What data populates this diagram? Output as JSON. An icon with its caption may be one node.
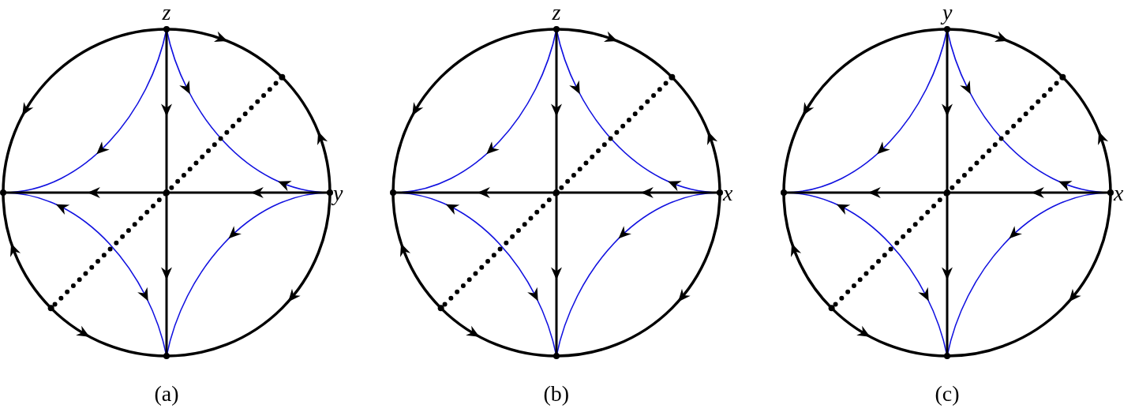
{
  "diagram": {
    "labels": [
      "z",
      "y",
      "(a)",
      "z",
      "x",
      "(b)",
      "y",
      "x",
      "(c)"
    ]
  }
}
